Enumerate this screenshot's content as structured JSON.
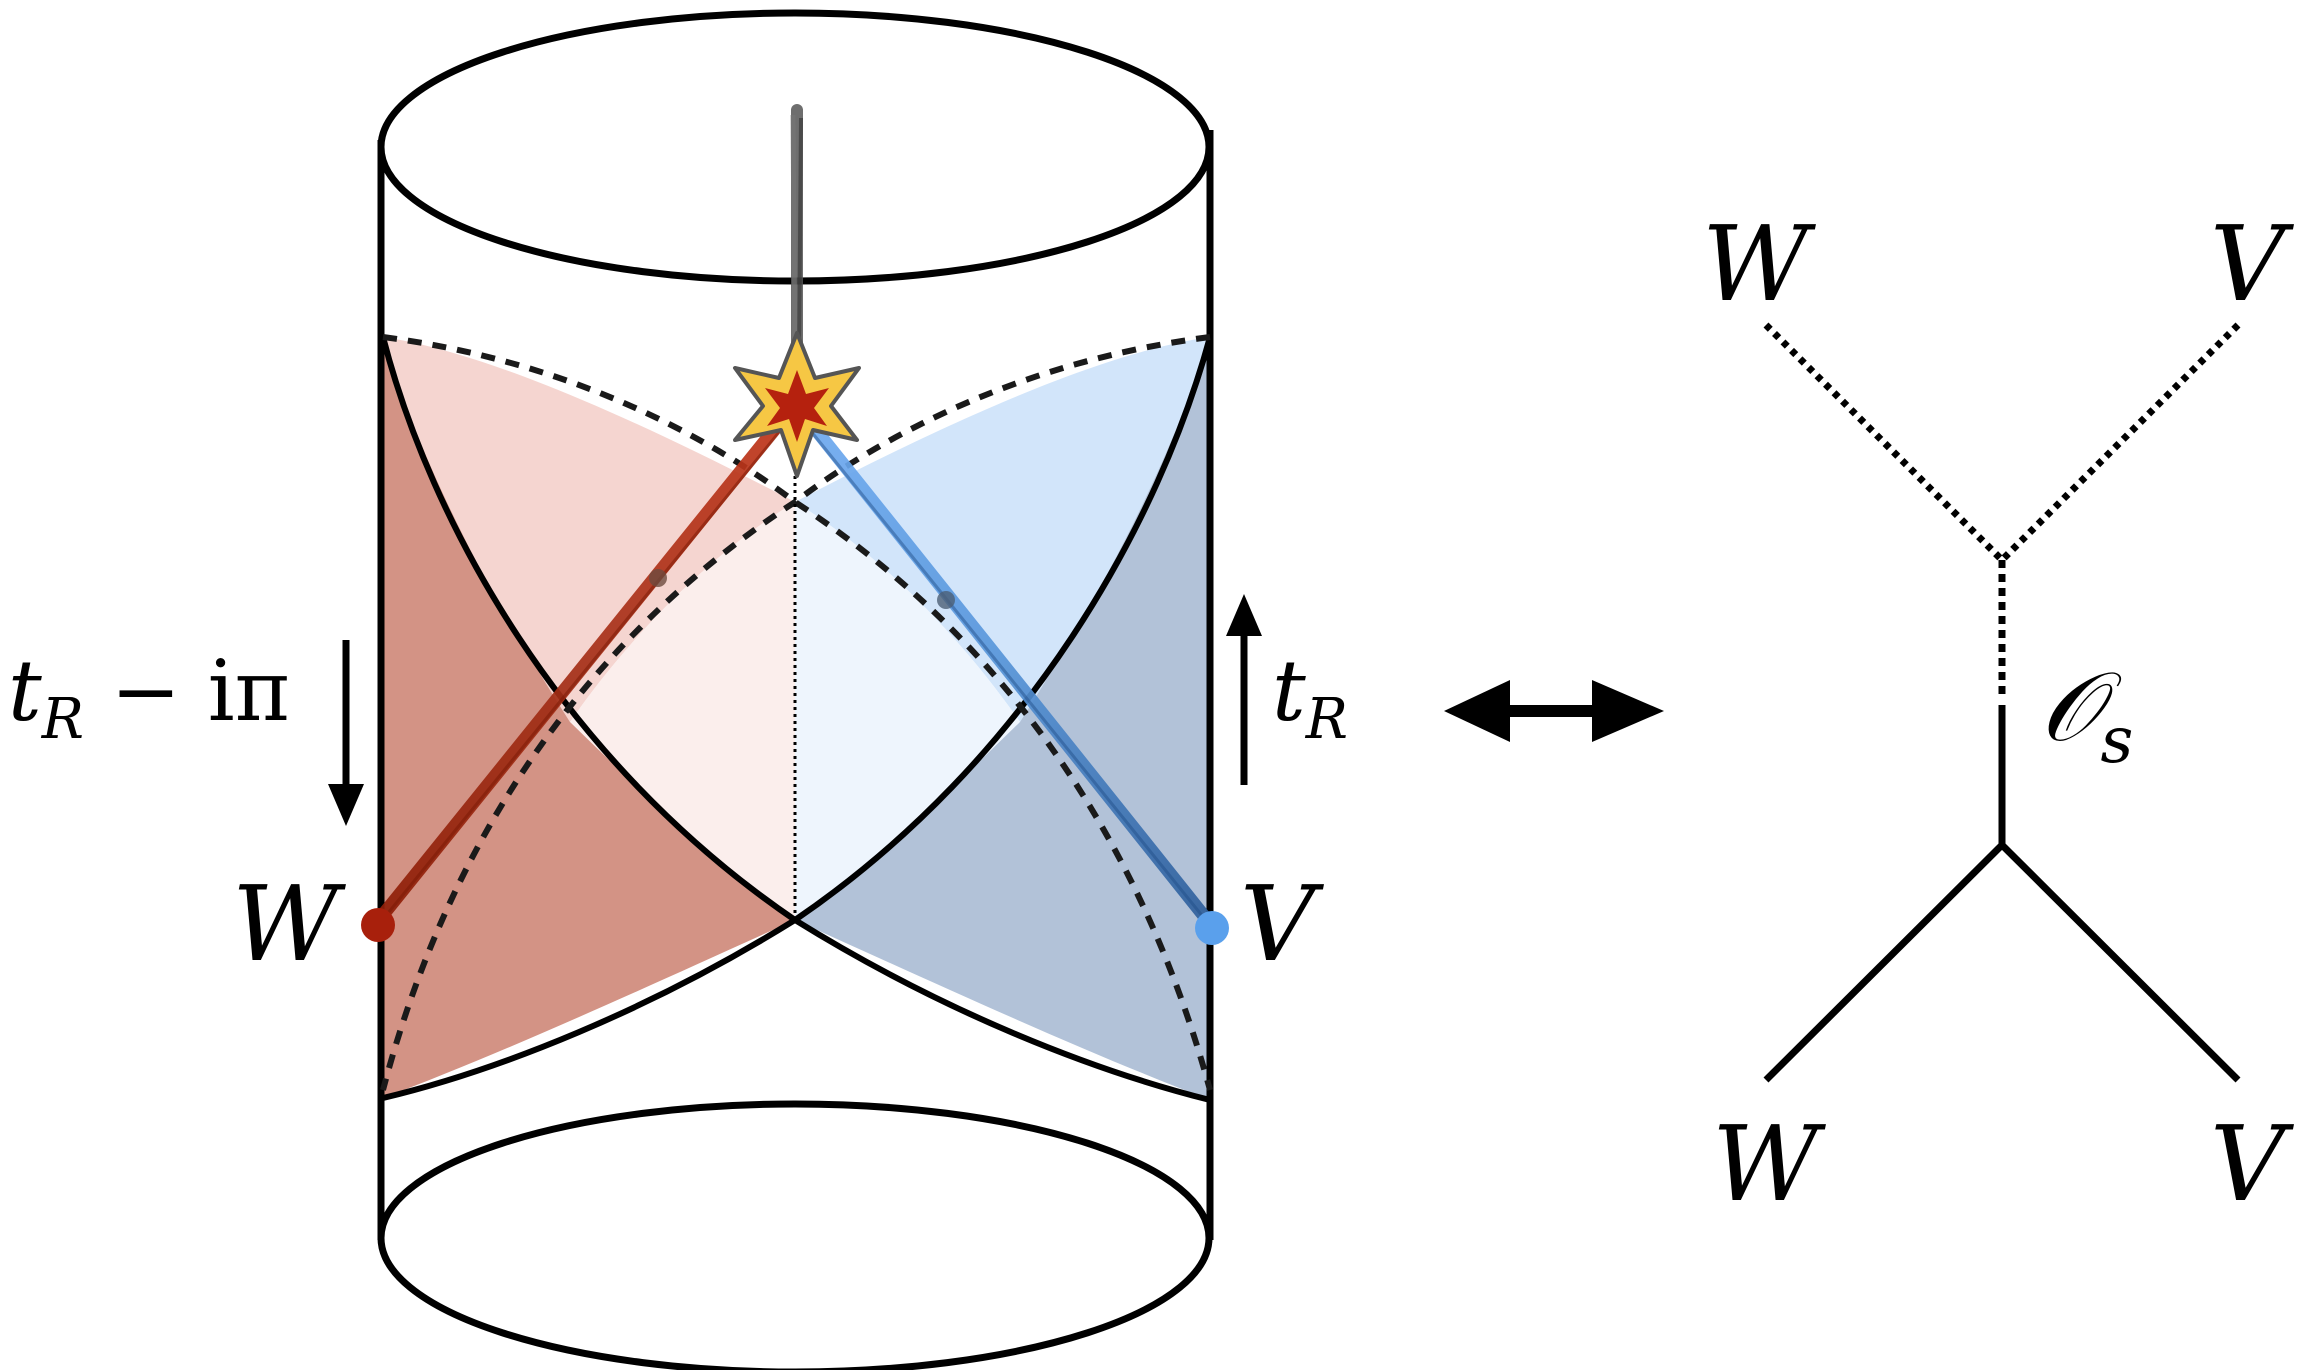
{
  "labels": {
    "left_time": "t",
    "left_time_sub": "R",
    "left_time_shift": " − iπ",
    "right_time": "t",
    "right_time_sub": "R",
    "point_left": "W",
    "point_right": "V",
    "vertex_top_left": "W",
    "vertex_top_right": "V",
    "vertex_bottom_left": "W",
    "vertex_bottom_right": "V",
    "exchange_operator": "𝒪",
    "exchange_operator_sub": "s"
  },
  "colors": {
    "outline": "#000000",
    "left_wedge_dark": "#d39385",
    "left_wedge_light": "#f5d5d0",
    "left_wedge_lighter": "#fbeeec",
    "right_wedge_dark": "#b2c2d8",
    "right_wedge_light": "#d2e5fa",
    "right_wedge_lighter": "#eef5fd",
    "red_path": "#a12c12",
    "blue_path": "#3a6ea8",
    "blue_point": "#5aa0ec",
    "red_point": "#a8200c",
    "star_outer": "#f6c744",
    "star_inner": "#b5210e",
    "graviton": "#555555"
  },
  "icons": {
    "star": "shockwave-star-icon",
    "double_arrow": "double-headed-arrow-icon",
    "down_arrow": "arrow-down-icon",
    "up_arrow": "arrow-up-icon"
  }
}
